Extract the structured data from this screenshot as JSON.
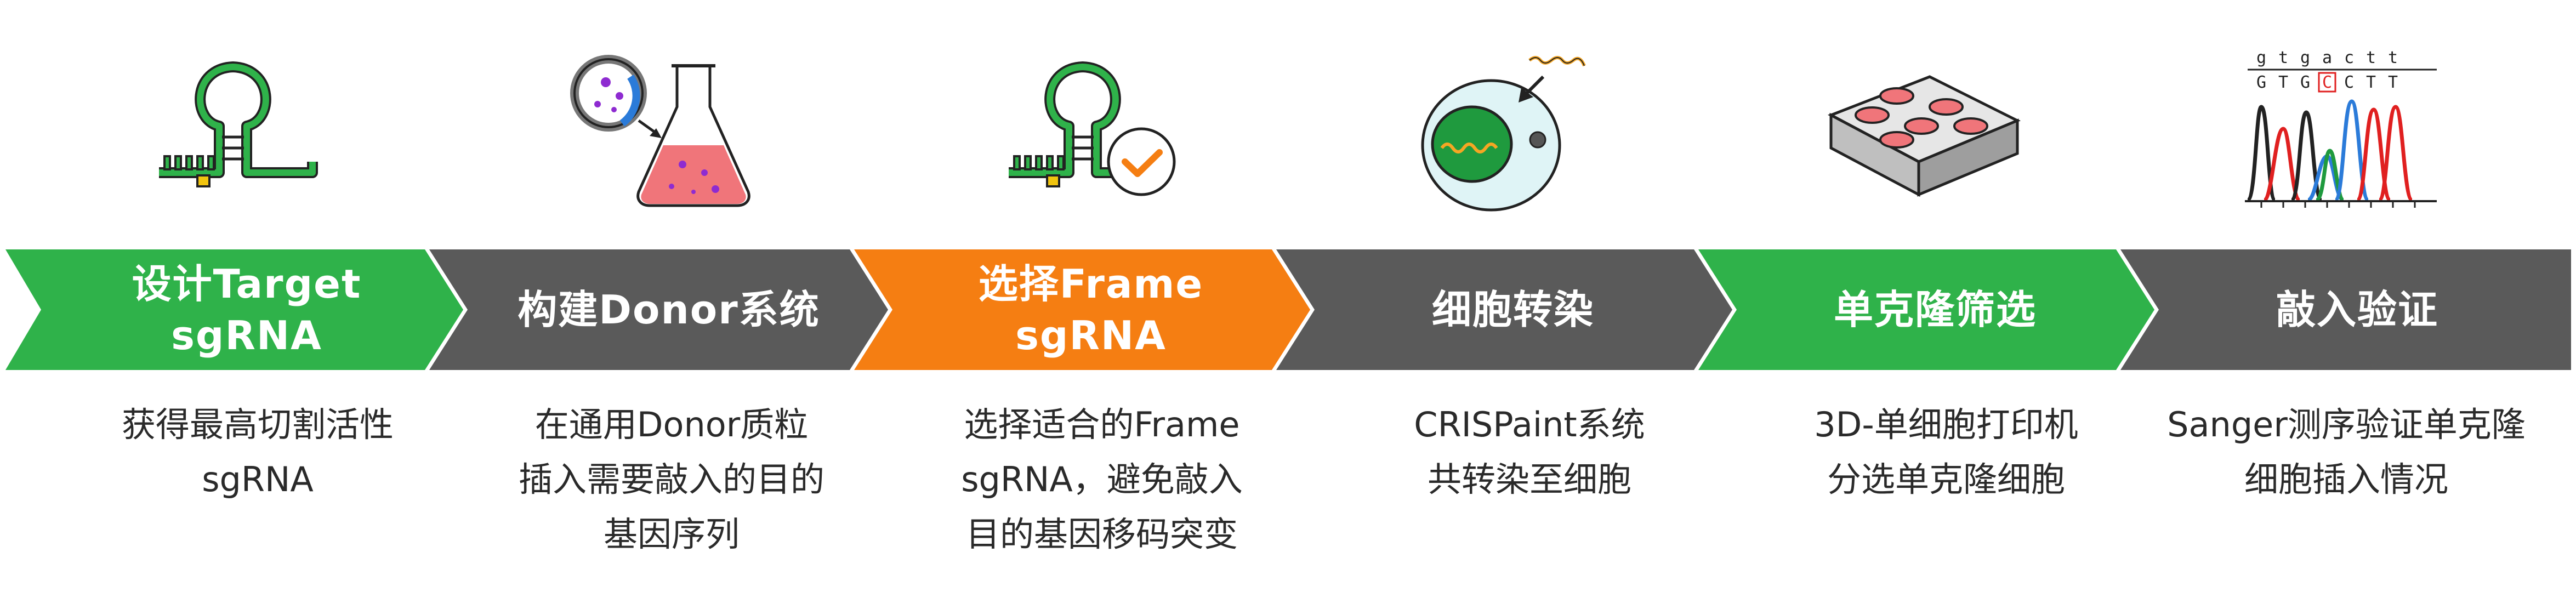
{
  "colors": {
    "green": "#2fb24a",
    "gray": "#5a5a5a",
    "orange": "#f57e12",
    "text": "#2a2a2a"
  },
  "steps": [
    {
      "title_line1": "设计Target",
      "title_line2": "sgRNA",
      "color": "green",
      "icon": "hairpin-rna-icon",
      "desc_line1": "获得最高切割活性",
      "desc_line2": "sgRNA",
      "desc_line3": ""
    },
    {
      "title_line1": "构建Donor系统",
      "title_line2": "",
      "color": "gray",
      "icon": "flask-magnifier-icon",
      "desc_line1": "在通用Donor质粒",
      "desc_line2": "插入需要敲入的目的",
      "desc_line3": "基因序列"
    },
    {
      "title_line1": "选择Frame",
      "title_line2": "sgRNA",
      "color": "orange",
      "icon": "rna-check-icon",
      "desc_line1": "选择适合的Frame",
      "desc_line2": "sgRNA，避免敲入",
      "desc_line3": "目的基因移码突变"
    },
    {
      "title_line1": "细胞转染",
      "title_line2": "",
      "color": "gray",
      "icon": "cell-transfection-icon",
      "desc_line1": "CRISPaint系统",
      "desc_line2": "共转染至细胞",
      "desc_line3": ""
    },
    {
      "title_line1": "单克隆筛选",
      "title_line2": "",
      "color": "green",
      "icon": "well-plate-icon",
      "desc_line1": "3D-单细胞打印机",
      "desc_line2": "分选单克隆细胞",
      "desc_line3": ""
    },
    {
      "title_line1": "敲入验证",
      "title_line2": "",
      "color": "gray",
      "icon": "sanger-chromatogram-icon",
      "desc_line1": "Sanger测序验证单克隆",
      "desc_line2": "细胞插入情况",
      "desc_line3": ""
    }
  ],
  "sequence": {
    "top": [
      "g",
      "t",
      "g",
      "a",
      "c",
      "t",
      "t"
    ],
    "bottom": [
      "G",
      "T",
      "G",
      "C",
      "C",
      "T",
      "T"
    ],
    "highlight_index": 3
  }
}
